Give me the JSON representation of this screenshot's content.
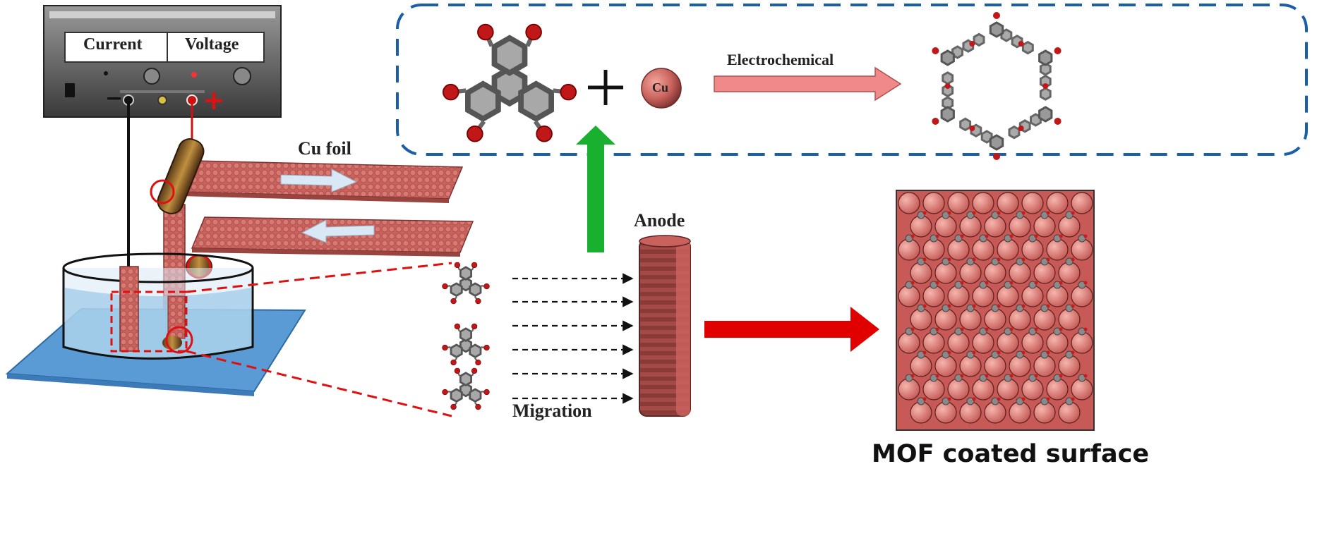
{
  "power_supply": {
    "display_left": "Current",
    "display_right": "Voltage",
    "minus_sign": "−",
    "plus_sign": "+"
  },
  "labels": {
    "cu_foil": "Cu foil",
    "cu_atom": "Cu",
    "electrochemical": "Electrochemical",
    "anode": "Anode",
    "migration": "Migration",
    "mof_surface": "MOF coated surface"
  },
  "colors": {
    "copper": "#c9625d",
    "copper_dark": "#7a3230",
    "dashed_box": "#1a5fa8",
    "red_arrow": "#e00000",
    "green_arrow": "#19b030",
    "water": "#9fcbe8",
    "base": "#5b9bd5"
  }
}
